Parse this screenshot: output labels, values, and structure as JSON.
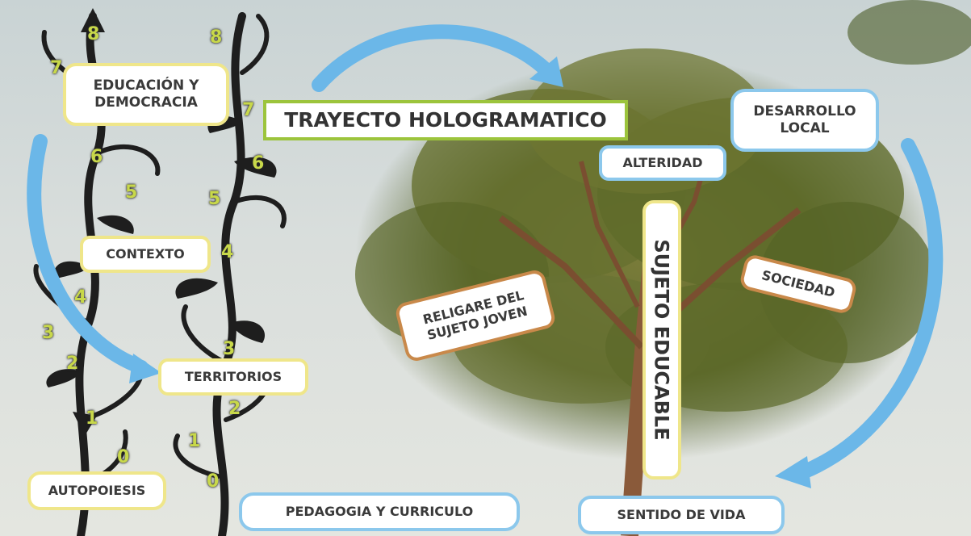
{
  "labels": {
    "trayecto": "TRAYECTO HOLOGRAMATICO",
    "educacion": "EDUCACIÓN Y\nDEMOCRACIA",
    "desarrollo": "DESARROLLO\nLOCAL",
    "alteridad": "ALTERIDAD",
    "sujeto": "SUJETO EDUCABLE",
    "contexto": "CONTEXTO",
    "religare": "RELIGARE DEL\nSUJETO JOVEN",
    "sociedad": "SOCIEDAD",
    "territorios": "TERRITORIOS",
    "autopoiesis": "AUTOPOIESIS",
    "pedagogia": "PEDAGOGIA Y CURRICULO",
    "sentido": "SENTIDO DE VIDA"
  },
  "vine_left_numbers": [
    "8",
    "7",
    "6",
    "5",
    "4",
    "3",
    "2",
    "1",
    "0"
  ],
  "vine_right_numbers": [
    "8",
    "7",
    "6",
    "5",
    "4",
    "3",
    "2",
    "1",
    "0"
  ],
  "colors": {
    "yellow_border": "#efe68a",
    "blue_border": "#8cc8ec",
    "orange_border": "#c9894a",
    "green_border": "#9cc43c",
    "arrow_blue": "#6bb7e8",
    "vine": "#1e1e1e",
    "number_green": "#c8d84a"
  }
}
